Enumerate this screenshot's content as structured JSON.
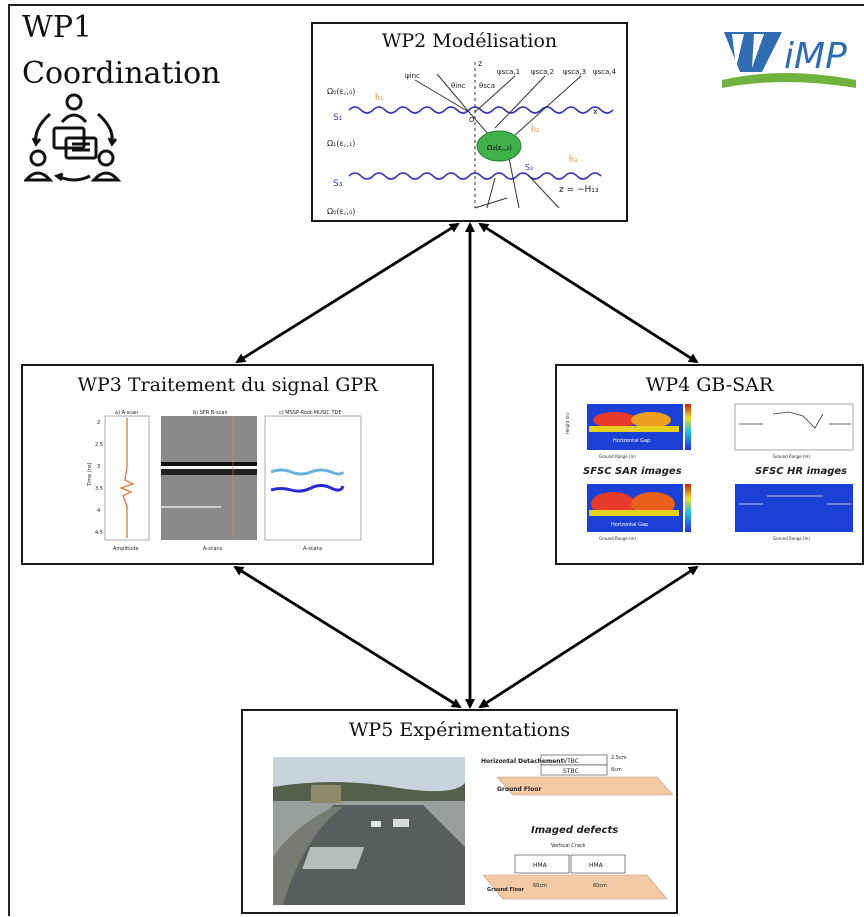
{
  "wp1": {
    "title": "WP1",
    "subtitle": "Coordination",
    "icon": "team-coordination-icon"
  },
  "wp2": {
    "title": "WP2 Modélisation",
    "labels": {
      "omega0": "Ω₀(ε꜀,₀)",
      "omega1": "Ω₁(ε꜀,₁)",
      "omega2": "Ω₂(ε꜀,₂)",
      "s1": "S₁",
      "s3": "S₃",
      "s2": "S₂",
      "x": "x",
      "z": "z",
      "psi_inc": "ψinc",
      "psi1": "ψsca,1",
      "psi2": "ψsca,2",
      "psi3": "ψsca,3",
      "psi4": "ψsca,4",
      "theta_inc": "θinc",
      "theta_sca": "θsca",
      "depth": "z = −H₁₃",
      "o": "O",
      "inclusion": "Ω₂(ε꜀,₂)",
      "h1": "ĥ₁",
      "h2": "ĥ₂",
      "h3": "ĥ₃"
    }
  },
  "wp3": {
    "title": "WP3 Traitement du signal GPR",
    "panels": [
      "a) A-scan",
      "b) SFR B-scan",
      "c) MSSP-Root-MUSIC TDE"
    ],
    "xlabels": [
      "Amplitude",
      "A-scans",
      "A-scans"
    ],
    "ylabel": "Time (ns)",
    "yticks": [
      "2",
      "2.5",
      "3",
      "3.5",
      "4",
      "4.5"
    ]
  },
  "wp4": {
    "title": "WP4 GB-SAR",
    "caption_left": "SFSC SAR images",
    "caption_right": "SFSC HR images",
    "gap_label": "Horizontal Gap",
    "xlabel": "Ground Range (m)",
    "ylabel": "Height (m)"
  },
  "wp5": {
    "title": "WP5 Expérimentations",
    "photo": "test-track-photo",
    "caption": "Imaged defects",
    "top_layer": "VTBC",
    "bottom_layer": "STBC",
    "detach_label": "Horizontal Detachement",
    "floor": "Ground Floor",
    "thick1": "2.5cm",
    "thick2": "6cm",
    "crack_label": "Vertical Crack",
    "hma": "HMA",
    "w1": "60cm",
    "w2": "60cm"
  },
  "logo": {
    "text": "iMP",
    "name": "imp-logo"
  },
  "colors": {
    "border": "#1a1a1a",
    "logo_blue": "#2f6db0",
    "logo_green": "#6fb23d",
    "sine": "#3a3ab8",
    "inclusion": "#3fb04a",
    "tan": "#f4c9a6"
  }
}
